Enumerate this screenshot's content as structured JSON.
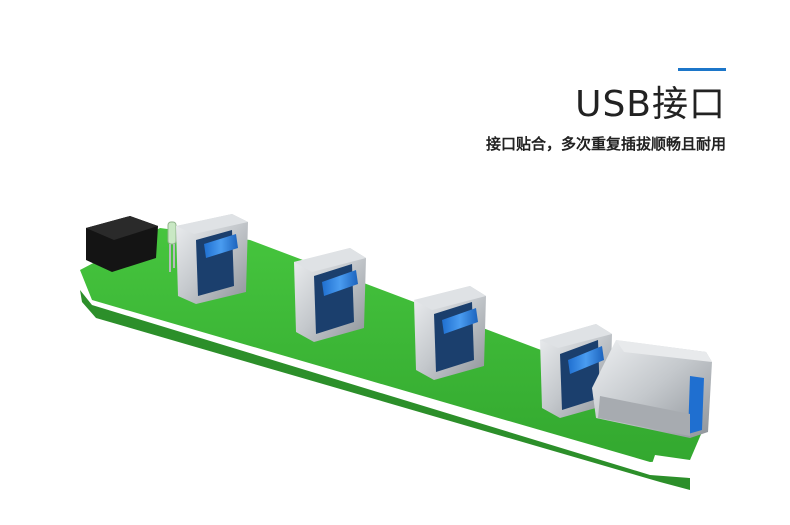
{
  "heading": {
    "title": "USB接口",
    "subtitle": "接口贴合，多次重复插拔顺畅且耐用"
  },
  "colors": {
    "accent": "#1c76c9",
    "pcb": "#3fbb3a",
    "usb_insert": "#2b7fd8",
    "metal": "#c9ccd0",
    "text": "#222222"
  },
  "product_image": {
    "subject": "usb-hub-pcb",
    "usb_port_count": 4
  }
}
